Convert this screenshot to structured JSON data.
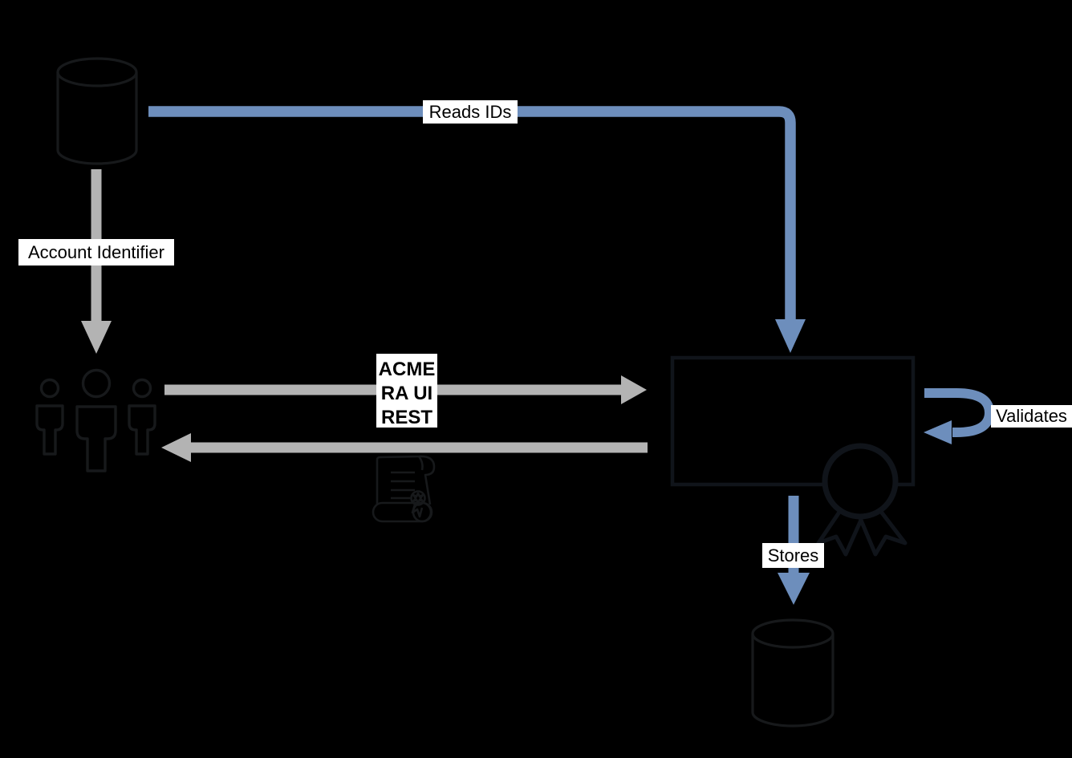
{
  "colors": {
    "background": "#000000",
    "arrow_blue": "#6d8ebc",
    "arrow_gray": "#b3b3b3",
    "outline_dark": "#17191b",
    "outline_darker": "#10141a",
    "label_background": "#ffffff",
    "label_text": "#000000"
  },
  "labels": {
    "reads_ids": "Reads IDs",
    "account_identifier": "Account Identifier",
    "acme_line1": "ACME",
    "acme_line2": "RA UI",
    "acme_line3": "REST",
    "validates": "Validates",
    "stores": "Stores"
  },
  "nodes": [
    {
      "id": "source-database",
      "icon": "database-cylinder"
    },
    {
      "id": "users",
      "icon": "user-group"
    },
    {
      "id": "service-box",
      "icon": "rectangle"
    },
    {
      "id": "certificate",
      "icon": "scroll-certificate"
    },
    {
      "id": "award",
      "icon": "award-ribbon"
    },
    {
      "id": "store-database",
      "icon": "database-cylinder"
    }
  ],
  "edges": [
    {
      "id": "reads-ids",
      "label": "Reads IDs",
      "style": "blue",
      "from": "source-database",
      "to": "service-box"
    },
    {
      "id": "account-identifier",
      "label": "Account Identifier",
      "style": "gray",
      "from": "source-database",
      "to": "users"
    },
    {
      "id": "request",
      "label": "ACME RA UI REST",
      "style": "gray",
      "from": "users",
      "to": "service-box"
    },
    {
      "id": "response",
      "label": "",
      "style": "gray",
      "from": "service-box",
      "to": "users"
    },
    {
      "id": "validates",
      "label": "Validates",
      "style": "blue",
      "from": "service-box",
      "to": "service-box"
    },
    {
      "id": "stores",
      "label": "Stores",
      "style": "blue",
      "from": "service-box",
      "to": "store-database"
    }
  ]
}
